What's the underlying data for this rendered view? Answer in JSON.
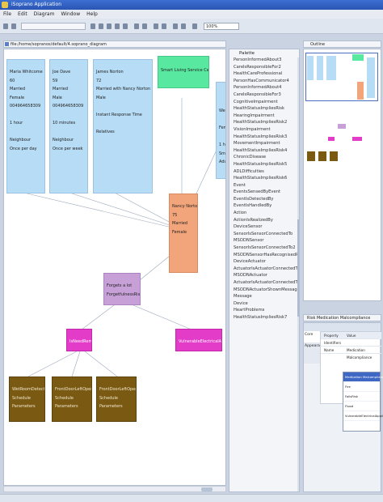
{
  "window": {
    "title": "iSoprano Application"
  },
  "menu": [
    "File",
    "Edit",
    "Diagram",
    "Window",
    "Help"
  ],
  "toolbar": {
    "zoom": "100%"
  },
  "editor": {
    "tab_label": "file:/home/sopranos/default/4.soprano_diagram"
  },
  "diagram": {
    "person1": [
      "Maria Whitcome",
      "60",
      "Married",
      "Female",
      "004964658309",
      "",
      "1 hour",
      "",
      "Neighbour",
      "Once per day"
    ],
    "person2": [
      "Joe Dave",
      "59",
      "Married",
      "Male",
      "004964658309",
      "",
      "10 minutes",
      "",
      "Neighbour",
      "Once per week"
    ],
    "person3": [
      "James Norton",
      "72",
      "Married with Nancy Norton",
      "Male",
      "",
      "Instant Response Time",
      "",
      "Relatives"
    ],
    "service": [
      "Smart Living Service Center"
    ],
    "partial_right": [
      "Wer",
      "",
      "Fem",
      "",
      "1 he",
      "Sme",
      "Adu"
    ],
    "nancy": [
      "Nancy Norton",
      "75",
      "Married",
      "Female",
      "",
      ""
    ],
    "forgets": [
      "Forgets a lot",
      "ForgetfulnessRisk"
    ],
    "risk_left": [
      "IsNeedReminders"
    ],
    "risk_right": [
      "VulnerableElectricalAppliance"
    ],
    "brown_boxes": [
      [
        "WetRoomDetection",
        "Schedule",
        "Parameters"
      ],
      [
        "FrontDoorLeftOpen",
        "Schedule",
        "Parameters"
      ],
      [
        "FrontDoorLeftOpen",
        "Schedule",
        "Parameters"
      ]
    ]
  },
  "palette": {
    "title": "Palette",
    "items": [
      "PersonInformedAbout3",
      "CareIsResponsibleFor2",
      "HealthCareProfessional",
      "PersonHasCommunicator4",
      "PersonInformedAbout4",
      "CareIsResponsibleFor3",
      "CognitiveImpairment",
      "HealthStatusImpliesRisk",
      "HearingImpairment",
      "HealthStatusImpliesRisk2",
      "VisionImpairment",
      "HealthStatusImpliesRisk3",
      "MovementImpairment",
      "HealthStatusImpliesRisk4",
      "ChronicDisease",
      "HealthStatusImpliesRisk5",
      "ADLDifficulties",
      "HealthStatusImpliesRisk6",
      "Event",
      "EventsSensedByEvent",
      "EventIsDetectedBy",
      "EventIsHandledBy",
      "Action",
      "ActionIsRealizedBy",
      "DeviceSensor",
      "SensorIsSensorConnectedTo",
      "MSODNSensor",
      "SensorIsSensorConnectedTo2",
      "MSODNSensorHasRecognisedR...",
      "DeviceActuator",
      "ActuatorIsActuatorConnectedTo",
      "MSODNActuator",
      "ActuatorIsActuatorConnectedTo2",
      "MSODNActuatorShownMessage",
      "Message",
      "Device",
      "HeartProblems",
      "HealthStatusImpliesRisk7"
    ]
  },
  "outline": {
    "tab_label": "Outline"
  },
  "properties": {
    "tab_label": "Risk Medication Malcompliance",
    "side_tabs": [
      "Core",
      "Appearance"
    ],
    "columns": [
      "Property",
      "Value"
    ],
    "rows": [
      {
        "prop": "Identifiers",
        "value": ""
      },
      {
        "prop": "Name",
        "value": "Medication Malcompliance"
      }
    ],
    "dropdown": [
      "Medication Malcompliance",
      "Fire",
      "FallsRisk",
      "Flood",
      "VulnerableElectricalAppliance"
    ]
  },
  "colors": {
    "person": "#b7dcf6",
    "service": "#59e8a0",
    "nancy": "#f2a57a",
    "forgets": "#c8a0d8",
    "risk": "#e23cc8",
    "brown": "#7a5a12"
  }
}
